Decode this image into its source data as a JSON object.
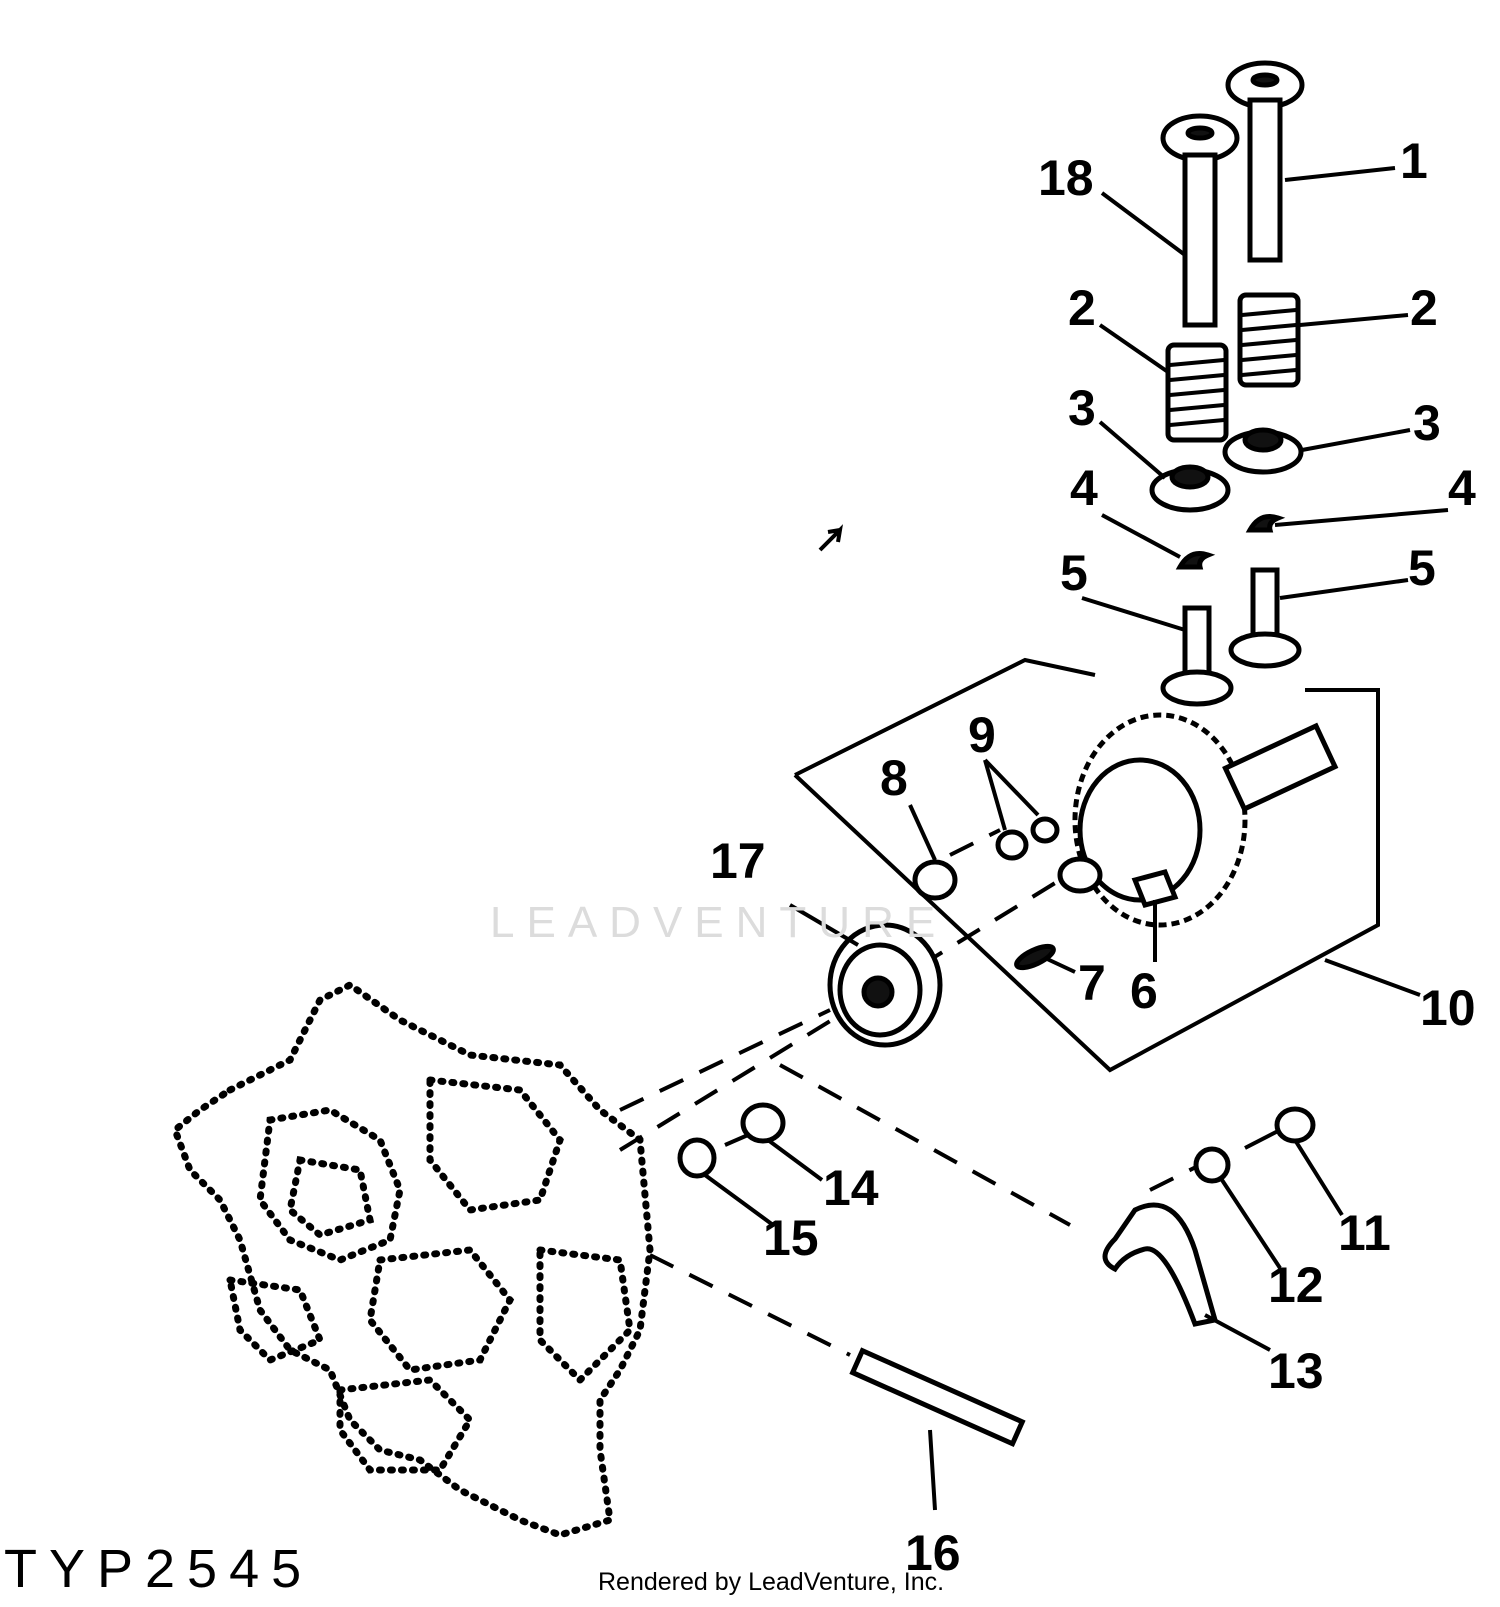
{
  "figure_id": "TYP2545",
  "render_credit": "Rendered by LeadVenture, Inc.",
  "watermark": "LEADVENTURE",
  "callouts": [
    "1",
    "2",
    "2",
    "3",
    "3",
    "4",
    "4",
    "5",
    "5",
    "6",
    "7",
    "8",
    "9",
    "10",
    "11",
    "12",
    "13",
    "14",
    "15",
    "16",
    "17",
    "18"
  ],
  "parts": [
    {
      "id": "1",
      "label": "1"
    },
    {
      "id": "2",
      "label": "2"
    },
    {
      "id": "3",
      "label": "3"
    },
    {
      "id": "4",
      "label": "4"
    },
    {
      "id": "5",
      "label": "5"
    },
    {
      "id": "6",
      "label": "6"
    },
    {
      "id": "7",
      "label": "7"
    },
    {
      "id": "8",
      "label": "8"
    },
    {
      "id": "9",
      "label": "9"
    },
    {
      "id": "10",
      "label": "10"
    },
    {
      "id": "11",
      "label": "11"
    },
    {
      "id": "12",
      "label": "12"
    },
    {
      "id": "13",
      "label": "13"
    },
    {
      "id": "14",
      "label": "14"
    },
    {
      "id": "15",
      "label": "15"
    },
    {
      "id": "16",
      "label": "16"
    },
    {
      "id": "17",
      "label": "17"
    },
    {
      "id": "18",
      "label": "18"
    }
  ]
}
